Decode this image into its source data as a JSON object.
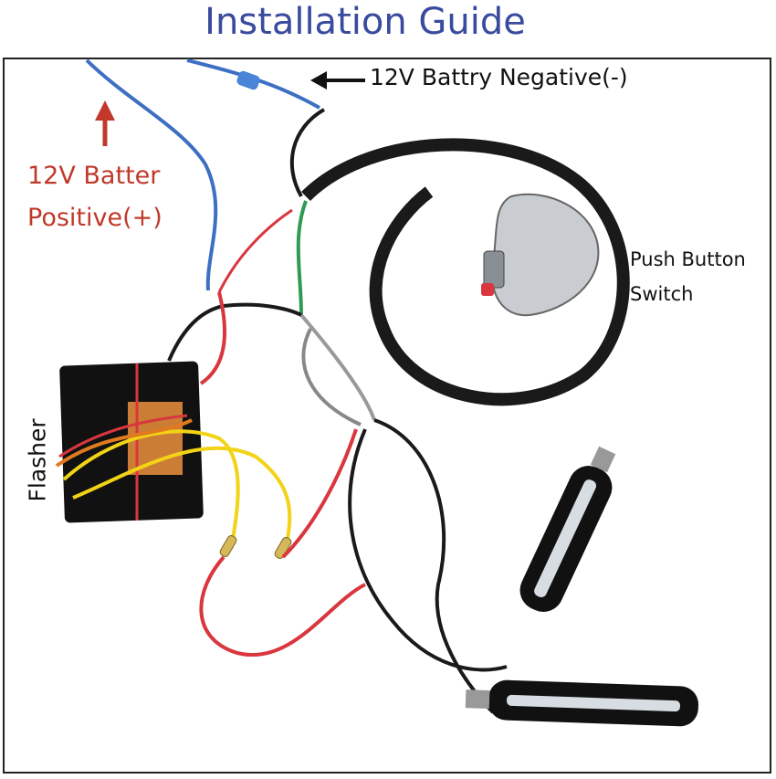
{
  "title": "Installation Guide",
  "labels": {
    "battery_negative": "12V Battry Negative(-)",
    "battery_positive_line1": "12V Batter",
    "battery_positive_line2": "Positive(+)",
    "switch_line1": "Push Button",
    "switch_line2": "Switch",
    "flasher": "Flasher"
  },
  "colors": {
    "title": "#3a4a9e",
    "positive_label": "#c0392b",
    "wire_blue": "#3d6fc2",
    "wire_red": "#d9363e",
    "wire_black": "#1a1a1a",
    "wire_yellow": "#f2d316",
    "wire_green": "#2e9b55"
  }
}
